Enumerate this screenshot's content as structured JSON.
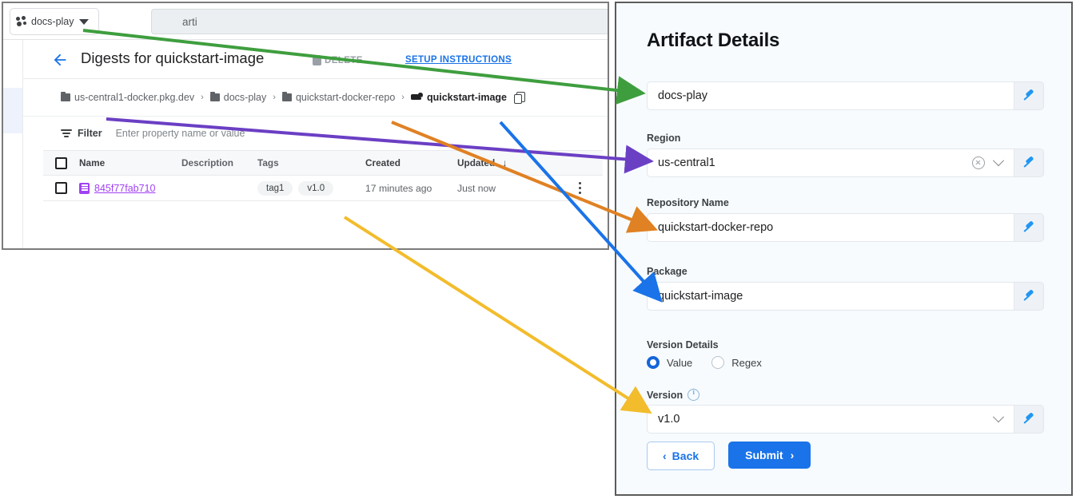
{
  "left_window": {
    "topbar": {
      "project_chip": {
        "label": "docs-play",
        "icon": "project-dots-icon",
        "caret": "chevron-down-icon"
      },
      "search": {
        "value": "arti",
        "placeholder": ""
      }
    },
    "header": {
      "back_icon": "back-arrow-icon",
      "title": "Digests for quickstart-image",
      "delete_label": "DELETE",
      "delete_icon": "trash-icon",
      "setup_link": "SETUP INSTRUCTIONS"
    },
    "breadcrumb": [
      {
        "label": "us-central1-docker.pkg.dev",
        "icon": "folder-icon"
      },
      {
        "label": "docs-play",
        "icon": "folder-icon"
      },
      {
        "label": "quickstart-docker-repo",
        "icon": "folder-icon"
      },
      {
        "label": "quickstart-image",
        "icon": "docker-whale-icon"
      }
    ],
    "breadcrumb_separator": "›",
    "copy_icon": "copy-icon",
    "filter": {
      "label": "Filter",
      "icon": "filter-icon",
      "placeholder": "Enter property name or value"
    },
    "table": {
      "columns": [
        "Name",
        "Description",
        "Tags",
        "Created",
        "Updated"
      ],
      "sort_column": "Updated",
      "sort_arrow": "↓",
      "rows": [
        {
          "name": "845f77fab710",
          "name_icon": "digest-icon",
          "description": "",
          "tags": [
            "tag1",
            "v1.0"
          ],
          "created": "17 minutes ago",
          "updated": "Just now",
          "menu_icon": "kebab-menu-icon"
        }
      ]
    }
  },
  "right_panel": {
    "title": "Artifact Details",
    "fields": [
      {
        "label": "",
        "value": "docs-play",
        "has_clear": false,
        "has_chevron": false,
        "pin_icon": "pin-icon"
      },
      {
        "label": "Region",
        "value": "us-central1",
        "has_clear": true,
        "has_chevron": true,
        "pin_icon": "pin-icon"
      },
      {
        "label": "Repository Name",
        "value": "quickstart-docker-repo",
        "has_clear": false,
        "has_chevron": false,
        "pin_icon": "pin-icon"
      },
      {
        "label": "Package",
        "value": "quickstart-image",
        "has_clear": false,
        "has_chevron": false,
        "pin_icon": "pin-icon"
      }
    ],
    "version_details": {
      "label": "Version Details",
      "options": [
        {
          "label": "Value",
          "selected": true
        },
        {
          "label": "Regex",
          "selected": false
        }
      ]
    },
    "version": {
      "label": "Version",
      "info_icon": "info-icon",
      "value": "v1.0",
      "has_chevron": true,
      "pin_icon": "pin-icon"
    },
    "buttons": {
      "back": {
        "label": "Back",
        "chevron": "‹"
      },
      "submit": {
        "label": "Submit",
        "chevron": "›"
      }
    }
  },
  "annotations": {
    "arrows": [
      {
        "name": "arrow-project-to-project-field",
        "color": "#3e9e3e"
      },
      {
        "name": "arrow-registry-to-region-field",
        "color": "#6b3fc4"
      },
      {
        "name": "arrow-repo-to-repository-field",
        "color": "#e08123"
      },
      {
        "name": "arrow-image-to-package-field",
        "color": "#1a73e8"
      },
      {
        "name": "arrow-tag-to-version-field",
        "color": "#f2bc2c"
      }
    ]
  }
}
